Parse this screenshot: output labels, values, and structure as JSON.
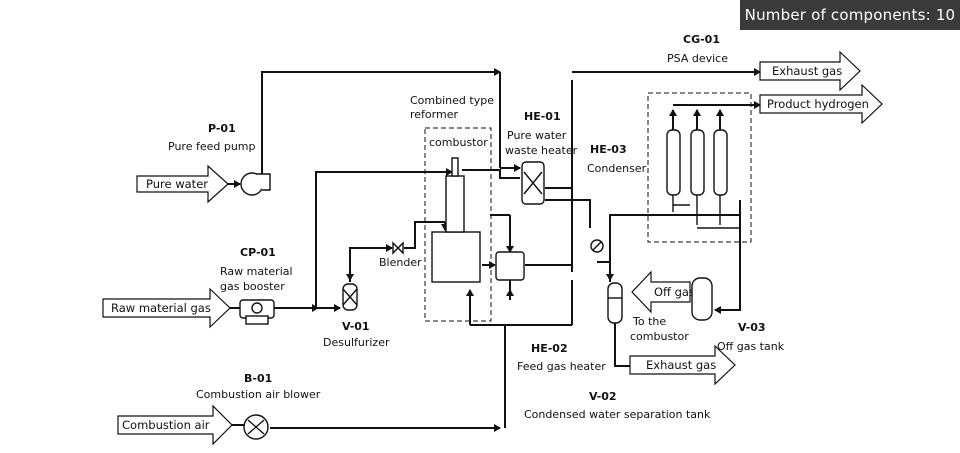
{
  "badge": "Number of components: 10",
  "components": {
    "p01": {
      "id": "P-01",
      "name": "Pure feed pump"
    },
    "cp01": {
      "id": "CP-01",
      "name_line1": "Raw material",
      "name_line2": "gas booster"
    },
    "v01": {
      "id": "V-01",
      "name": "Desulfurizer"
    },
    "b01": {
      "id": "B-01",
      "name": "Combustion air blower"
    },
    "blender": {
      "name": "Blender"
    },
    "reformer": {
      "name_line1": "Combined type",
      "name_line2": "reformer",
      "combustor": "combustor"
    },
    "he01": {
      "id": "HE-01",
      "name_line1": "Pure water",
      "name_line2": "waste heater"
    },
    "he02": {
      "id": "HE-02",
      "name": "Feed gas heater"
    },
    "he03": {
      "id": "HE-03",
      "name": "Condenser"
    },
    "cg01": {
      "id": "CG-01",
      "name": "PSA device"
    },
    "v02": {
      "id": "V-02",
      "name": "Condensed water separation tank"
    },
    "v03": {
      "id": "V-03",
      "name": "Off gas tank"
    }
  },
  "streams": {
    "pure_water": "Pure water",
    "raw_material_gas": "Raw material gas",
    "combustion_air": "Combustion air",
    "exhaust_gas_top": "Exhaust gas",
    "product_hydrogen": "Product hydrogen",
    "off_gas": "Off gas",
    "to_combustor_line1": "To the",
    "to_combustor_line2": "combustor",
    "exhaust_gas_bottom": "Exhaust gas"
  }
}
